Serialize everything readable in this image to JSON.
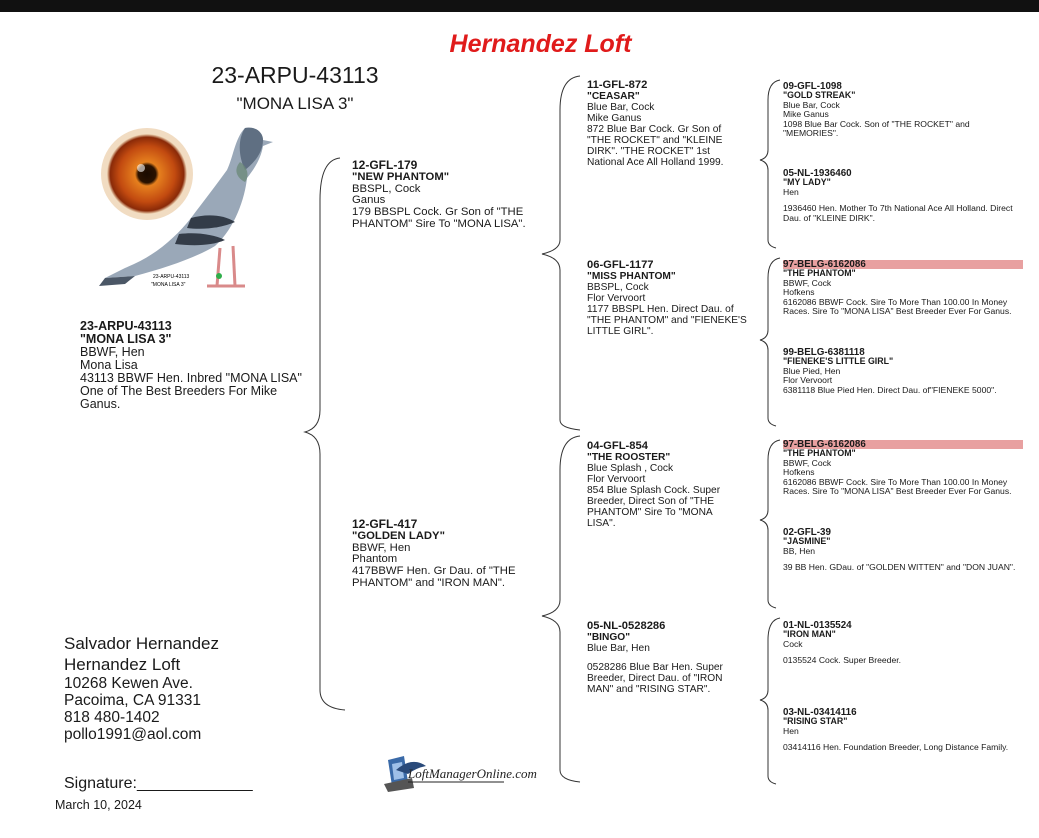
{
  "header": {
    "title": "Hernandez Loft"
  },
  "subject": {
    "band": "23-ARPU-43113",
    "name": "\"MONA LISA 3\"",
    "photo_caption_band": "23-ARPU-43113",
    "photo_caption_name": "\"MONA LISA 3\""
  },
  "gen1": {
    "band": "23-ARPU-43113",
    "name": "\"MONA LISA 3\"",
    "color": "BBWF, Hen",
    "strain": "Mona Lisa",
    "notes": "43113 BBWF Hen. Inbred \"MONA LISA\" One of The Best Breeders For Mike Ganus."
  },
  "sire": {
    "band": "12-GFL-179",
    "name": "\"NEW PHANTOM\"",
    "color": "BBSPL, Cock",
    "strain": "Ganus",
    "notes": "179 BBSPL Cock. Gr Son of \"THE PHANTOM\" Sire To \"MONA LISA\"."
  },
  "dam": {
    "band": "12-GFL-417",
    "name": "\"GOLDEN LADY\"",
    "color": "BBWF, Hen",
    "strain": "Phantom",
    "notes": "417BBWF Hen. Gr Dau. of \"THE PHANTOM\" and \"IRON MAN\"."
  },
  "gen3": [
    {
      "band": "11-GFL-872",
      "name": "\"CEASAR\"",
      "color": "Blue Bar, Cock",
      "strain": "Mike Ganus",
      "notes": "872 Blue Bar Cock. Gr Son of \"THE ROCKET\" and \"KLEINE DIRK\". \"THE ROCKET\" 1st National Ace All Holland 1999."
    },
    {
      "band": "06-GFL-1177",
      "name": "\"MISS PHANTOM\"",
      "color": "BBSPL, Cock",
      "strain": "Flor Vervoort",
      "notes": "1177 BBSPL Hen. Direct Dau. of \"THE PHANTOM\" and \"FIENEKE'S LITTLE GIRL\"."
    },
    {
      "band": "04-GFL-854",
      "name": "\"THE ROOSTER\"",
      "color": "Blue Splash , Cock",
      "strain": "Flor Vervoort",
      "notes": "854 Blue Splash Cock. Super Breeder, Direct Son of \"THE PHANTOM\" Sire To \"MONA LISA\"."
    },
    {
      "band": "05-NL-0528286",
      "name": "\"BINGO\"",
      "color": "Blue Bar, Hen",
      "strain": "",
      "notes": "0528286 Blue Bar Hen. Super Breeder, Direct Dau. of \"IRON MAN\" and \"RISING STAR\"."
    }
  ],
  "gen4": [
    {
      "band": "09-GFL-1098",
      "name": "\"GOLD STREAK\"",
      "color": "Blue Bar, Cock",
      "strain": "Mike Ganus",
      "notes": "1098 Blue Bar Cock. Son of \"THE ROCKET\" and \"MEMORIES\".",
      "highlight": false
    },
    {
      "band": "05-NL-1936460",
      "name": "\"MY LADY\"",
      "color": "Hen",
      "strain": "",
      "notes": "1936460 Hen. Mother To 7th National Ace All Holland. Direct Dau. of \"KLEINE DIRK\".",
      "highlight": false
    },
    {
      "band": "97-BELG-6162086",
      "name": "\"THE PHANTOM\"",
      "color": "BBWF, Cock",
      "strain": "Hofkens",
      "notes": "6162086 BBWF Cock. Sire To More Than 100.00 In Money Races. Sire To \"MONA LISA\" Best Breeder Ever For Ganus.",
      "highlight": true
    },
    {
      "band": "99-BELG-6381118",
      "name": "\"FIENEKE'S LITTLE GIRL\"",
      "color": "Blue Pied, Hen",
      "strain": "Flor Vervoort",
      "notes": "6381118 Blue Pied Hen. Direct Dau. of\"FIENEKE 5000\".",
      "highlight": false
    },
    {
      "band": "97-BELG-6162086",
      "name": "\"THE PHANTOM\"",
      "color": "BBWF, Cock",
      "strain": "Hofkens",
      "notes": "6162086 BBWF Cock. Sire To More Than 100.00 In Money Races. Sire To \"MONA LISA\" Best Breeder Ever For Ganus.",
      "highlight": true
    },
    {
      "band": "02-GFL-39",
      "name": "\"JASMINE\"",
      "color": "BB, Hen",
      "strain": "",
      "notes": "39 BB Hen. GDau. of \"GOLDEN WITTEN\" and \"DON JUAN\".",
      "highlight": false
    },
    {
      "band": "01-NL-0135524",
      "name": "\"IRON MAN\"",
      "color": "Cock",
      "strain": "",
      "notes": "0135524 Cock. Super Breeder.",
      "highlight": false
    },
    {
      "band": "03-NL-03414116",
      "name": "\"RISING STAR\"",
      "color": "Hen",
      "strain": "",
      "notes": "03414116 Hen. Foundation Breeder, Long Distance Family.",
      "highlight": false
    }
  ],
  "owner": {
    "name": "Salvador Hernandez",
    "loft": "Hernandez Loft",
    "address1": "10268 Kewen Ave.",
    "address2": "Pacoima, CA 91331",
    "phone": "818 480-1402",
    "email": "pollo1991@aol.com"
  },
  "signature": {
    "label": "Signature:_____________"
  },
  "date": "March 10, 2024",
  "logo": {
    "text": "LoftManagerOnline.com"
  },
  "colors": {
    "title": "#e01b1b",
    "highlight": "#e8a0a0"
  }
}
